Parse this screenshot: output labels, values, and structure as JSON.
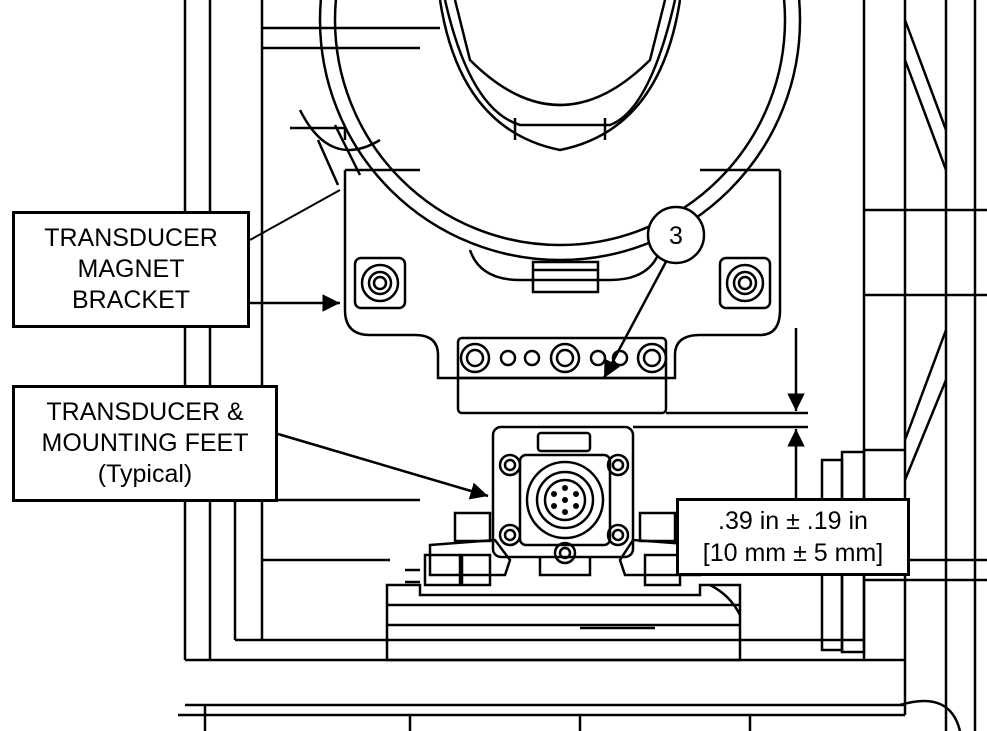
{
  "labels": {
    "magnet_bracket": [
      "TRANSDUCER",
      "MAGNET",
      "BRACKET"
    ],
    "transducer_feet": [
      "TRANSDUCER &",
      "MOUNTING FEET",
      "(Typical)"
    ],
    "dimension": [
      ".39 in ± .19 in",
      "[10 mm ± 5 mm]"
    ],
    "item_number": "3"
  },
  "colors": {
    "line": "#000000",
    "background": "#ffffff"
  }
}
